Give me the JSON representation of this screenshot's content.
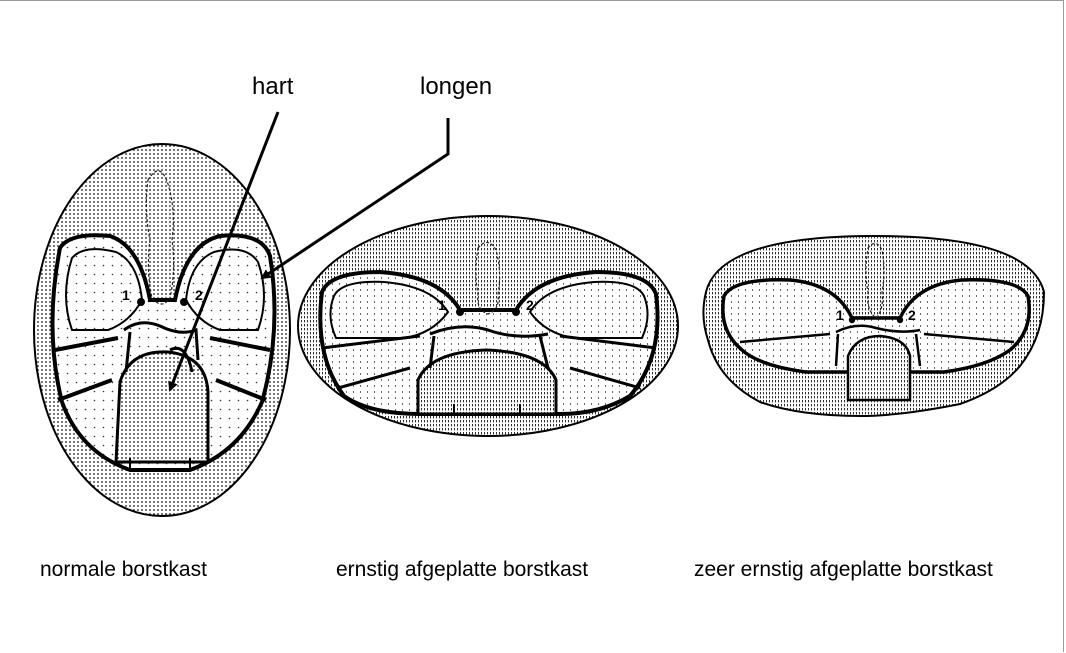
{
  "callouts": {
    "heart": "hart",
    "lungs": "longen"
  },
  "figures": [
    {
      "caption": "normale borstkast",
      "marker_left": "1",
      "marker_right": "2"
    },
    {
      "caption": "ernstig afgeplatte borstkast",
      "marker_left": "1",
      "marker_right": "2"
    },
    {
      "caption": "zeer ernstig afgeplatte borstkast",
      "marker_left": "1",
      "marker_right": "2"
    }
  ],
  "colors": {
    "ink": "#000000",
    "stipple": "#1a1a1a",
    "frame": "#9a9a9a"
  }
}
